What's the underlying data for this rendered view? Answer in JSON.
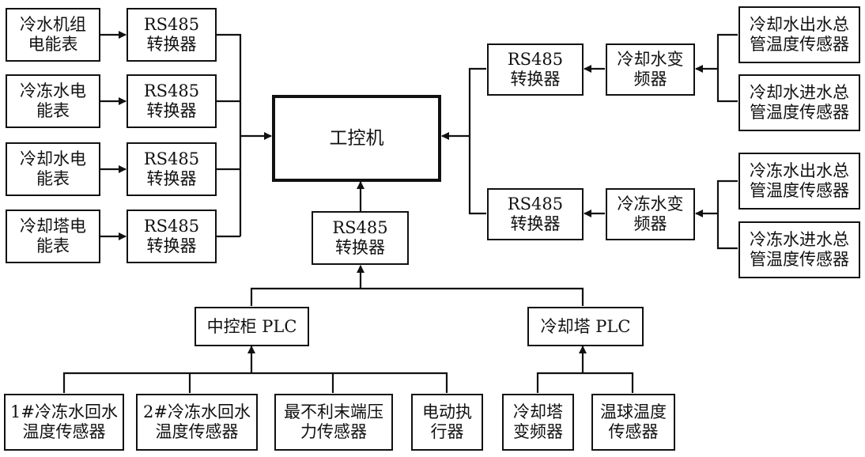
{
  "nodes": {
    "chiller_meter": "冷水机组\n电能表",
    "chilled_water_meter": "冷冻水电\n能表",
    "cooling_water_meter": "冷却水电\n能表",
    "cooling_tower_meter": "冷却塔电\n能表",
    "rs485_left_1": "RS485\n转换器",
    "rs485_left_2": "RS485\n转换器",
    "rs485_left_3": "RS485\n转换器",
    "rs485_left_4": "RS485\n转换器",
    "industrial_pc": "工控机",
    "rs485_center": "RS485\n转换器",
    "central_plc": "中控柜 PLC",
    "tower_plc": "冷却塔 PLC",
    "sensor_return_1": "1#冷冻水回水\n温度传感器",
    "sensor_return_2": "2#冷冻水回水\n温度传感器",
    "pressure_sensor": "最不利末端压\n力传感器",
    "electric_actuator": "电动执\n行器",
    "tower_vfd": "冷却塔\n变频器",
    "wetbulb_sensor": "温球温度\n传感器",
    "rs485_right_top": "RS485\n转换器",
    "cooling_vfd": "冷却水变\n频器",
    "cooling_out_sensor": "冷却水出水总\n管温度传感器",
    "cooling_in_sensor": "冷却水进水总\n管温度传感器",
    "rs485_right_bottom": "RS485\n转换器",
    "chilled_vfd": "冷冻水变\n频器",
    "chilled_out_sensor": "冷冻水出水总\n管温度传感器",
    "chilled_in_sensor": "冷冻水进水总\n管温度传感器"
  }
}
